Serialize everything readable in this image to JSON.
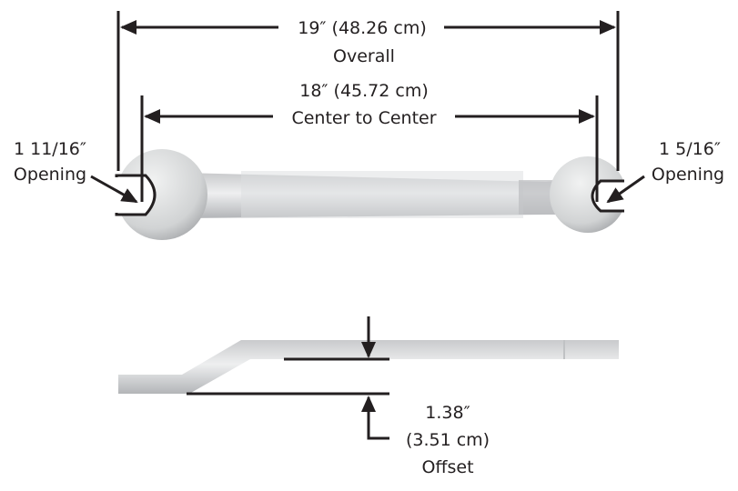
{
  "overall": {
    "dimension": "19″ (48.26 cm)",
    "label": "Overall"
  },
  "center": {
    "dimension": "18″ (45.72 cm)",
    "label": "Center to Center"
  },
  "left_opening": {
    "size": "1 11/16″",
    "label": "Opening"
  },
  "right_opening": {
    "size": "1 5/16″",
    "label": "Opening"
  },
  "offset": {
    "dimension": "1.38″",
    "metric": "(3.51 cm)",
    "label": "Offset"
  },
  "colors": {
    "line": "#231f20",
    "metal_light": "#e6e7e8",
    "metal_dark": "#a7a9ac"
  }
}
